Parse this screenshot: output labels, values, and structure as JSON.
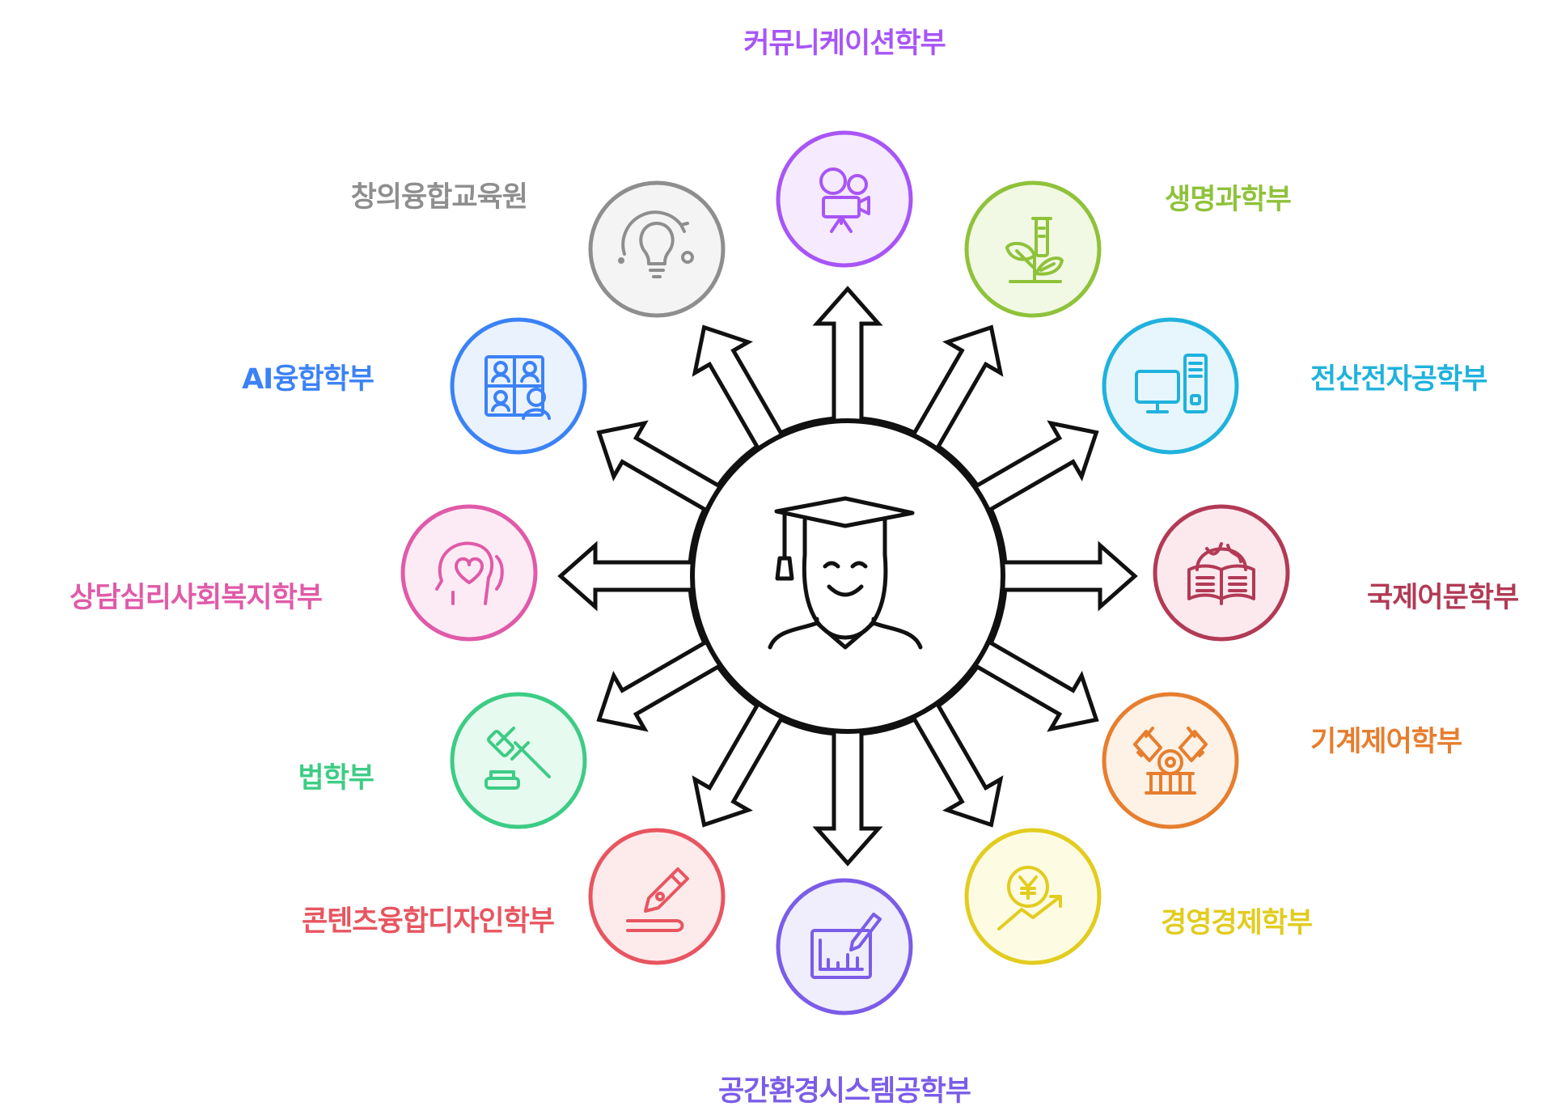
{
  "departments": [
    {
      "id": "communication",
      "label": "커뮤니케이션학부",
      "color": "#A855F7",
      "fill": "#F6EBFE",
      "icon": "video-camera-icon"
    },
    {
      "id": "life-science",
      "label": "생명과학부",
      "color": "#8FC23A",
      "fill": "#F1F9E4",
      "icon": "plant-test-tube-icon"
    },
    {
      "id": "computer-eng",
      "label": "전산전자공학부",
      "color": "#1FB2DD",
      "fill": "#E6F6FC",
      "icon": "desktop-computer-icon"
    },
    {
      "id": "intl-language",
      "label": "국제어문학부",
      "color": "#B23A55",
      "fill": "#FBE9EE",
      "icon": "globe-book-icon"
    },
    {
      "id": "mechanical",
      "label": "기계제어학부",
      "color": "#E67E2E",
      "fill": "#FEF1E5",
      "icon": "robot-arms-icon"
    },
    {
      "id": "business",
      "label": "경영경제학부",
      "color": "#E2CC1E",
      "fill": "#FEFBE3",
      "icon": "yen-coin-growth-icon"
    },
    {
      "id": "spatial-env",
      "label": "공간환경시스템공학부",
      "color": "#7B5CE8",
      "fill": "#F0EDFD",
      "icon": "blueprint-pencil-icon"
    },
    {
      "id": "content-design",
      "label": "콘텐츠융합디자인학부",
      "color": "#E85560",
      "fill": "#FDEBEC",
      "icon": "pen-nib-icon"
    },
    {
      "id": "law",
      "label": "법학부",
      "color": "#3DCC85",
      "fill": "#E7FAF0",
      "icon": "gavel-icon"
    },
    {
      "id": "counseling",
      "label": "상담심리사회복지학부",
      "color": "#E05AA8",
      "fill": "#FCEBF5",
      "icon": "head-heart-icon"
    },
    {
      "id": "ai",
      "label": "AI융합학부",
      "color": "#3B82F6",
      "fill": "#EAF2FE",
      "icon": "video-call-people-icon"
    },
    {
      "id": "creative",
      "label": "창의융합교육원",
      "color": "#8E8E8E",
      "fill": "#F4F4F4",
      "icon": "lightbulb-idea-icon"
    }
  ],
  "center": {
    "icon": "graduate-student-icon"
  }
}
